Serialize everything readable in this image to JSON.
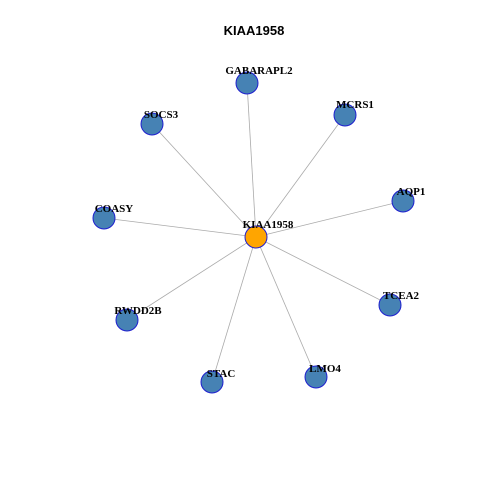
{
  "title": "KIAA1958",
  "colors": {
    "center_fill": "#ffa500",
    "neighbor_fill": "#4682b4",
    "node_border": "#1f1fcf",
    "edge": "#aaaaaa"
  },
  "network": {
    "center": "KIAA1958",
    "neighbors": [
      "GABARAPL2",
      "MCRS1",
      "SOCS3",
      "AQP1",
      "COASY",
      "TCEA2",
      "RWDD2B",
      "LMO4",
      "STAC"
    ]
  }
}
